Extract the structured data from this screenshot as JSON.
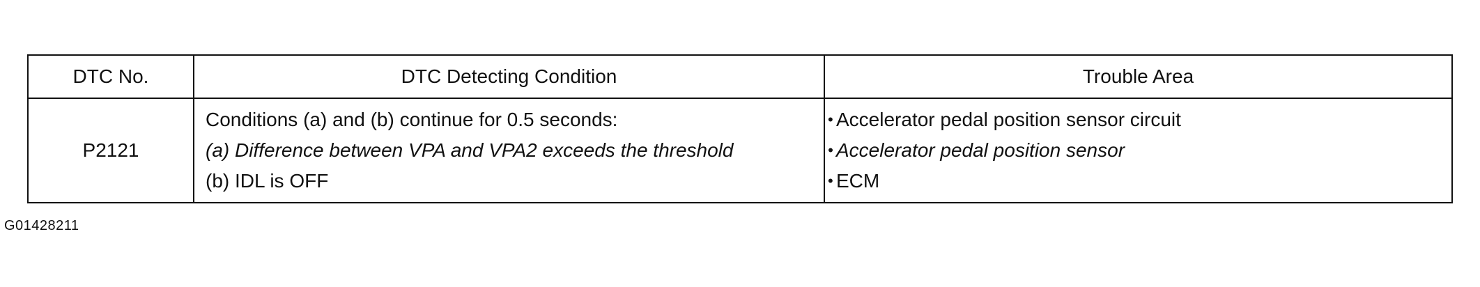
{
  "table": {
    "headers": {
      "dtc_no": "DTC No.",
      "condition": "DTC Detecting Condition",
      "trouble_area": "Trouble Area"
    },
    "row": {
      "code": "P2121",
      "conditions": [
        "Conditions (a) and (b) continue for 0.5 seconds:",
        "(a) Difference between VPA and VPA2 exceeds the threshold",
        "(b) IDL is OFF"
      ],
      "trouble_areas": [
        "Accelerator pedal position sensor circuit",
        "Accelerator pedal position sensor",
        "ECM"
      ],
      "bullet_symbol": "•"
    }
  },
  "figure_id": "G01428211"
}
